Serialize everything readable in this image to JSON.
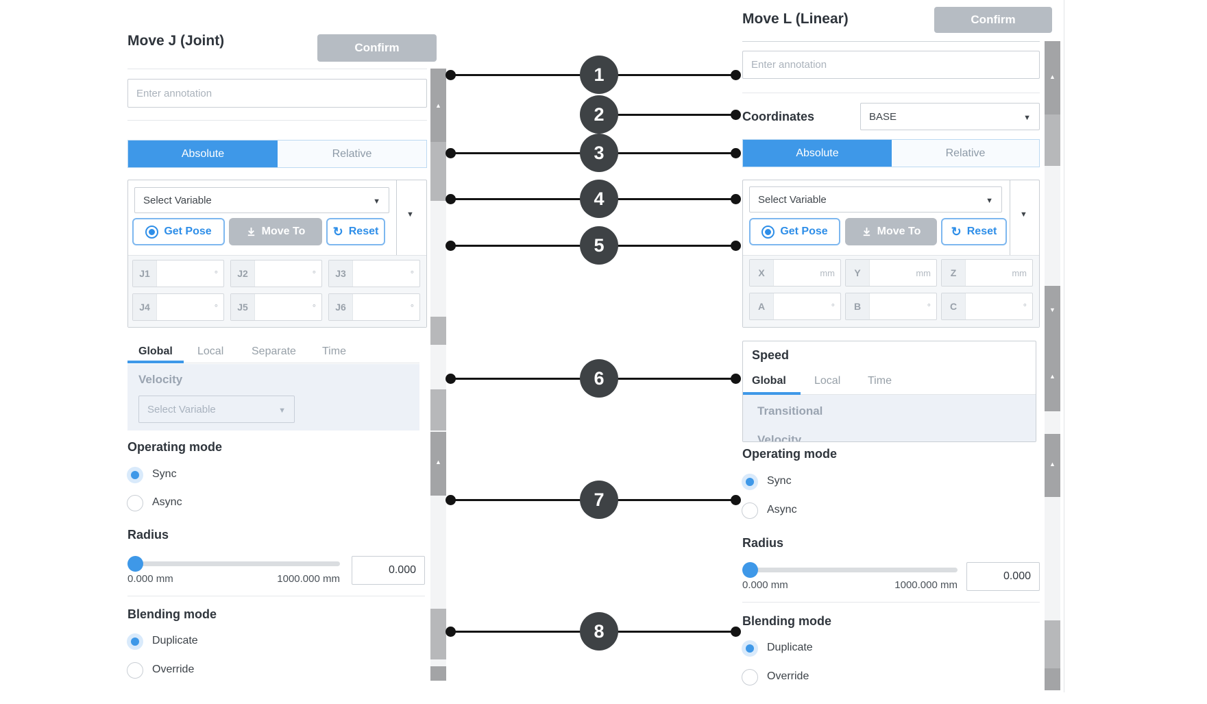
{
  "callouts": [
    "1",
    "2",
    "3",
    "4",
    "5",
    "6",
    "7",
    "8"
  ],
  "colors": {
    "accent": "#3e98e8",
    "confirm_gray": "#b6bcc3",
    "callout_dark": "#3e4245"
  },
  "panels": {
    "left": {
      "title": "Move J (Joint)",
      "confirm": "Confirm",
      "annotation_placeholder": "Enter annotation",
      "mode_tabs": {
        "absolute": "Absolute",
        "relative": "Relative"
      },
      "variable": {
        "placeholder": "Select Variable",
        "get_pose": "Get Pose",
        "move_to": "Move To",
        "reset": "Reset"
      },
      "joints": [
        {
          "label": "J1",
          "unit": "°"
        },
        {
          "label": "J2",
          "unit": "°"
        },
        {
          "label": "J3",
          "unit": "°"
        },
        {
          "label": "J4",
          "unit": "°"
        },
        {
          "label": "J5",
          "unit": "°"
        },
        {
          "label": "J6",
          "unit": "°"
        }
      ],
      "speed_tabs": [
        "Global",
        "Local",
        "Separate",
        "Time"
      ],
      "velocity_label": "Velocity",
      "velocity_placeholder": "Select Variable",
      "operating_mode": {
        "label": "Operating mode",
        "sync": "Sync",
        "async": "Async",
        "selected": "Sync"
      },
      "radius": {
        "label": "Radius",
        "min": "0.000 mm",
        "max": "1000.000 mm",
        "value": "0.000"
      },
      "blending": {
        "label": "Blending mode",
        "duplicate": "Duplicate",
        "override": "Override",
        "selected": "Duplicate"
      }
    },
    "right": {
      "title": "Move L (Linear)",
      "confirm": "Confirm",
      "annotation_placeholder": "Enter annotation",
      "coordinates": {
        "label": "Coordinates",
        "value": "BASE"
      },
      "mode_tabs": {
        "absolute": "Absolute",
        "relative": "Relative"
      },
      "variable": {
        "placeholder": "Select Variable",
        "get_pose": "Get Pose",
        "move_to": "Move To",
        "reset": "Reset"
      },
      "axes": [
        {
          "label": "X",
          "unit": "mm"
        },
        {
          "label": "Y",
          "unit": "mm"
        },
        {
          "label": "Z",
          "unit": "mm"
        },
        {
          "label": "A",
          "unit": "°"
        },
        {
          "label": "B",
          "unit": "°"
        },
        {
          "label": "C",
          "unit": "°"
        }
      ],
      "speed": {
        "title": "Speed",
        "tabs": [
          "Global",
          "Local",
          "Time"
        ],
        "transitional": "Transitional",
        "velocity_partial": "Velocity"
      },
      "operating_mode": {
        "label": "Operating mode",
        "sync": "Sync",
        "async": "Async",
        "selected": "Sync"
      },
      "radius": {
        "label": "Radius",
        "min": "0.000 mm",
        "max": "1000.000 mm",
        "value": "0.000"
      },
      "blending": {
        "label": "Blending mode",
        "duplicate": "Duplicate",
        "override": "Override",
        "selected": "Duplicate"
      }
    }
  }
}
